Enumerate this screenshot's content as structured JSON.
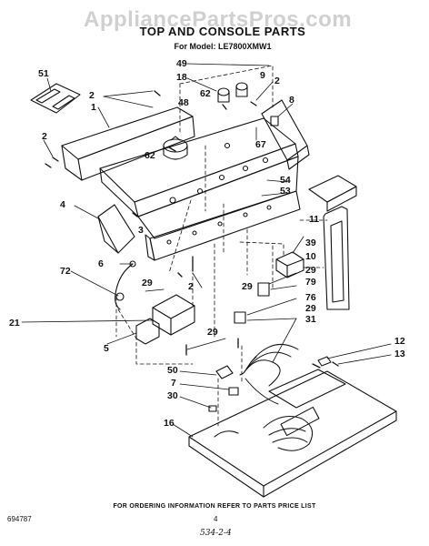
{
  "header": {
    "watermark": "AppliancePartsPros.com",
    "title": "TOP AND CONSOLE PARTS",
    "subtitle": "For Model: LE7800XMW1"
  },
  "callouts": [
    {
      "id": "c51",
      "label": "51"
    },
    {
      "id": "c49",
      "label": "49"
    },
    {
      "id": "c18",
      "label": "18"
    },
    {
      "id": "c2a",
      "label": "2"
    },
    {
      "id": "c2b",
      "label": "2"
    },
    {
      "id": "c2c",
      "label": "2"
    },
    {
      "id": "c2d",
      "label": "2"
    },
    {
      "id": "c1",
      "label": "1"
    },
    {
      "id": "c48",
      "label": "48"
    },
    {
      "id": "c62a",
      "label": "62"
    },
    {
      "id": "c62b",
      "label": "62"
    },
    {
      "id": "c8",
      "label": "8"
    },
    {
      "id": "c67",
      "label": "67"
    },
    {
      "id": "c9",
      "label": "9"
    },
    {
      "id": "c54",
      "label": "54"
    },
    {
      "id": "c53",
      "label": "53"
    },
    {
      "id": "c4",
      "label": "4"
    },
    {
      "id": "c3",
      "label": "3"
    },
    {
      "id": "c11",
      "label": "11"
    },
    {
      "id": "c39",
      "label": "39"
    },
    {
      "id": "c6",
      "label": "6"
    },
    {
      "id": "c72",
      "label": "72"
    },
    {
      "id": "c29a",
      "label": "29"
    },
    {
      "id": "c29b",
      "label": "29"
    },
    {
      "id": "c29c",
      "label": "29"
    },
    {
      "id": "c29d",
      "label": "29"
    },
    {
      "id": "c29e",
      "label": "29"
    },
    {
      "id": "c10",
      "label": "10"
    },
    {
      "id": "c79",
      "label": "79"
    },
    {
      "id": "c76",
      "label": "76"
    },
    {
      "id": "c31",
      "label": "31"
    },
    {
      "id": "c21",
      "label": "21"
    },
    {
      "id": "c5",
      "label": "5"
    },
    {
      "id": "c12",
      "label": "12"
    },
    {
      "id": "c13",
      "label": "13"
    },
    {
      "id": "c50",
      "label": "50"
    },
    {
      "id": "c7",
      "label": "7"
    },
    {
      "id": "c30",
      "label": "30"
    },
    {
      "id": "c16",
      "label": "16"
    }
  ],
  "footer": {
    "ordering_note": "FOR ORDERING INFORMATION REFER TO PARTS PRICE LIST",
    "doc_number": "694787",
    "page_number": "4",
    "handwritten_note": "534-2-4"
  }
}
